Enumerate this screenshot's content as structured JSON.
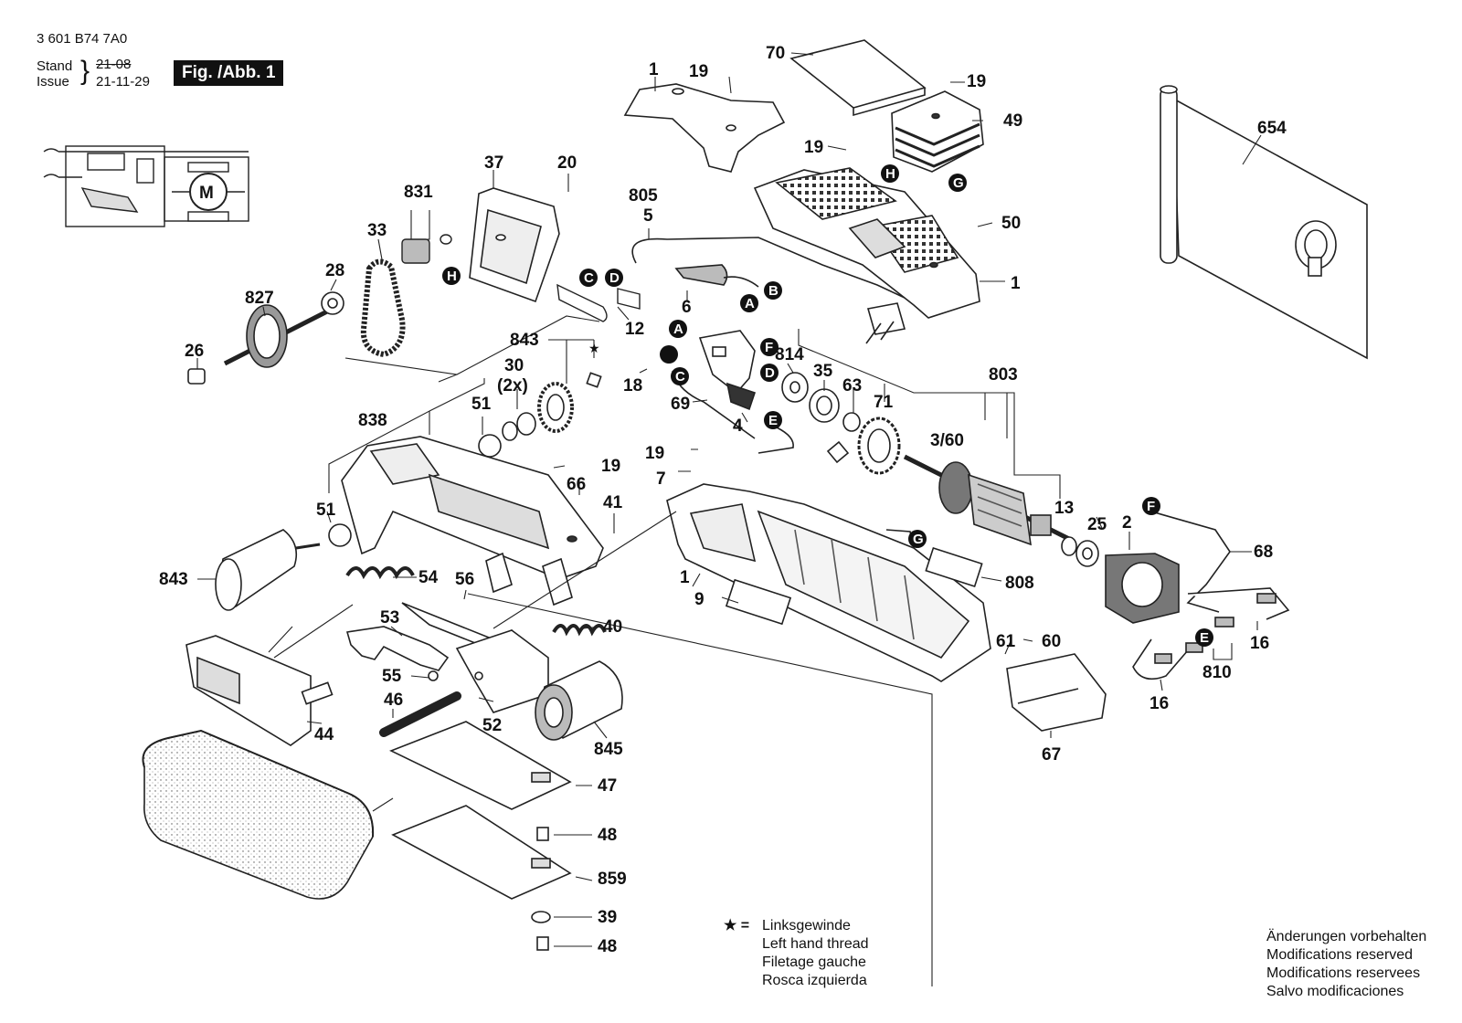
{
  "header": {
    "doc_number": "3 601 B74 7A0",
    "stand_label": "Stand",
    "issue_label": "Issue",
    "old_date": "21-08",
    "date": "21-11-29",
    "figure_title": "Fig. /Abb. 1"
  },
  "schematic": {
    "motor_label": "M"
  },
  "part_labels": [
    {
      "id": "p1a",
      "text": "1"
    },
    {
      "id": "p19a",
      "text": "19"
    },
    {
      "id": "p70",
      "text": "70"
    },
    {
      "id": "p19b",
      "text": "19"
    },
    {
      "id": "p49",
      "text": "49"
    },
    {
      "id": "p19c",
      "text": "19"
    },
    {
      "id": "p50",
      "text": "50"
    },
    {
      "id": "p1b",
      "text": "1"
    },
    {
      "id": "p654",
      "text": "654"
    },
    {
      "id": "p37",
      "text": "37"
    },
    {
      "id": "p20",
      "text": "20"
    },
    {
      "id": "p831",
      "text": "831"
    },
    {
      "id": "p33",
      "text": "33"
    },
    {
      "id": "p28",
      "text": "28"
    },
    {
      "id": "p827",
      "text": "827"
    },
    {
      "id": "p26",
      "text": "26"
    },
    {
      "id": "p805",
      "text": "805"
    },
    {
      "id": "p5",
      "text": "5"
    },
    {
      "id": "p6",
      "text": "6"
    },
    {
      "id": "p12",
      "text": "12"
    },
    {
      "id": "p843a",
      "text": "843"
    },
    {
      "id": "p30",
      "text": "30"
    },
    {
      "id": "p2x",
      "text": "(2x)"
    },
    {
      "id": "p18",
      "text": "18"
    },
    {
      "id": "p69",
      "text": "69"
    },
    {
      "id": "p4",
      "text": "4"
    },
    {
      "id": "p814",
      "text": "814"
    },
    {
      "id": "p35",
      "text": "35"
    },
    {
      "id": "p63",
      "text": "63"
    },
    {
      "id": "p71",
      "text": "71"
    },
    {
      "id": "p803",
      "text": "803"
    },
    {
      "id": "p360",
      "text": "3/60"
    },
    {
      "id": "p838",
      "text": "838"
    },
    {
      "id": "p51a",
      "text": "51"
    },
    {
      "id": "p19d",
      "text": "19"
    },
    {
      "id": "p7",
      "text": "7"
    },
    {
      "id": "p19e",
      "text": "19"
    },
    {
      "id": "p66",
      "text": "66"
    },
    {
      "id": "p41",
      "text": "41"
    },
    {
      "id": "p51b",
      "text": "51"
    },
    {
      "id": "p843b",
      "text": "843"
    },
    {
      "id": "p54",
      "text": "54"
    },
    {
      "id": "p56",
      "text": "56"
    },
    {
      "id": "p53",
      "text": "53"
    },
    {
      "id": "p40",
      "text": "40"
    },
    {
      "id": "p55",
      "text": "55"
    },
    {
      "id": "p46",
      "text": "46"
    },
    {
      "id": "p52",
      "text": "52"
    },
    {
      "id": "p44",
      "text": "44"
    },
    {
      "id": "p845",
      "text": "845"
    },
    {
      "id": "p47",
      "text": "47"
    },
    {
      "id": "p48a",
      "text": "48"
    },
    {
      "id": "p859",
      "text": "859"
    },
    {
      "id": "p39",
      "text": "39"
    },
    {
      "id": "p48b",
      "text": "48"
    },
    {
      "id": "p1c",
      "text": "1"
    },
    {
      "id": "p9",
      "text": "9"
    },
    {
      "id": "p808",
      "text": "808"
    },
    {
      "id": "p13",
      "text": "13"
    },
    {
      "id": "p25",
      "text": "25"
    },
    {
      "id": "p2",
      "text": "2"
    },
    {
      "id": "p68",
      "text": "68"
    },
    {
      "id": "p61",
      "text": "61"
    },
    {
      "id": "p60",
      "text": "60"
    },
    {
      "id": "p16a",
      "text": "16"
    },
    {
      "id": "p810",
      "text": "810"
    },
    {
      "id": "p16b",
      "text": "16"
    },
    {
      "id": "p67",
      "text": "67"
    }
  ],
  "connector_badges": [
    {
      "id": "bH1",
      "text": "H"
    },
    {
      "id": "bG1",
      "text": "G"
    },
    {
      "id": "bH2",
      "text": "H"
    },
    {
      "id": "bC1",
      "text": "C"
    },
    {
      "id": "bD1",
      "text": "D"
    },
    {
      "id": "bA1",
      "text": "A"
    },
    {
      "id": "bB1",
      "text": "B"
    },
    {
      "id": "bA2",
      "text": "A"
    },
    {
      "id": "bF1",
      "text": "F"
    },
    {
      "id": "bBlank",
      "text": ""
    },
    {
      "id": "bD2",
      "text": "D"
    },
    {
      "id": "bC2",
      "text": "C"
    },
    {
      "id": "bE1",
      "text": "E"
    },
    {
      "id": "bG2",
      "text": "G"
    },
    {
      "id": "bF2",
      "text": "F"
    },
    {
      "id": "bE2",
      "text": "E"
    }
  ],
  "left_thread_symbol": "★",
  "legend": {
    "star_symbol": "★ =",
    "lines": [
      "Linksgewinde",
      "Left hand thread",
      "Filetage gauche",
      "Rosca izquierda"
    ]
  },
  "notice": {
    "lines": [
      "Änderungen vorbehalten",
      "Modifications reserved",
      "Modifications reservees",
      "Salvo modificaciones"
    ]
  }
}
